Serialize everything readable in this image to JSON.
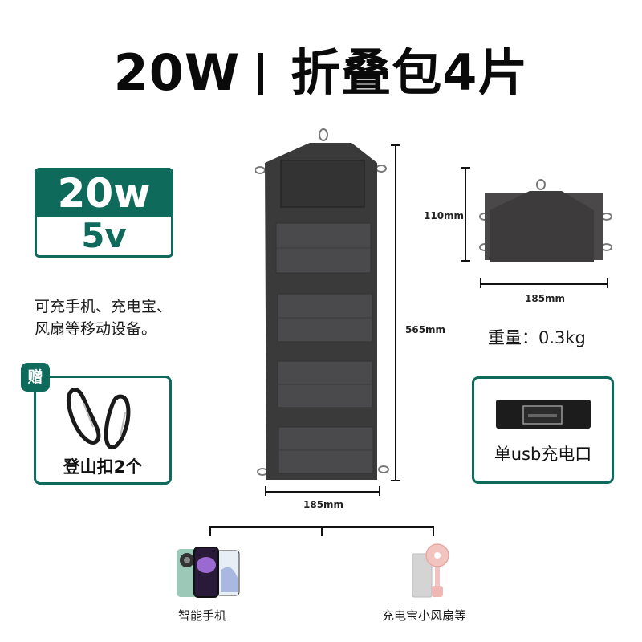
{
  "header": {
    "title_power": "20W",
    "title_product": "折叠包4片"
  },
  "spec_badge": {
    "power": "20w",
    "voltage": "5v"
  },
  "description": {
    "line1": "可充手机、充电宝、",
    "line2": "风扇等移动设备。"
  },
  "gift": {
    "badge": "赠",
    "label": "登山扣2个",
    "icon": "carabiner-icon"
  },
  "unfolded": {
    "height_label": "565mm",
    "width_label": "185mm",
    "panel_count": 4
  },
  "folded": {
    "height_label": "110mm",
    "width_label": "185mm",
    "weight_label": "重量：0.3kg"
  },
  "usb": {
    "label": "单usb充电口",
    "icon": "usb-port-icon"
  },
  "devices": [
    {
      "label": "智能手机",
      "icon": "smartphone-icon"
    },
    {
      "label": "充电宝小风扇等",
      "icon": "powerbank-fan-icon"
    }
  ],
  "colors": {
    "brand_green": "#0e6a5a",
    "panel_fabric": "#3b3a3a",
    "solar_cell": "#4a4a4c"
  }
}
